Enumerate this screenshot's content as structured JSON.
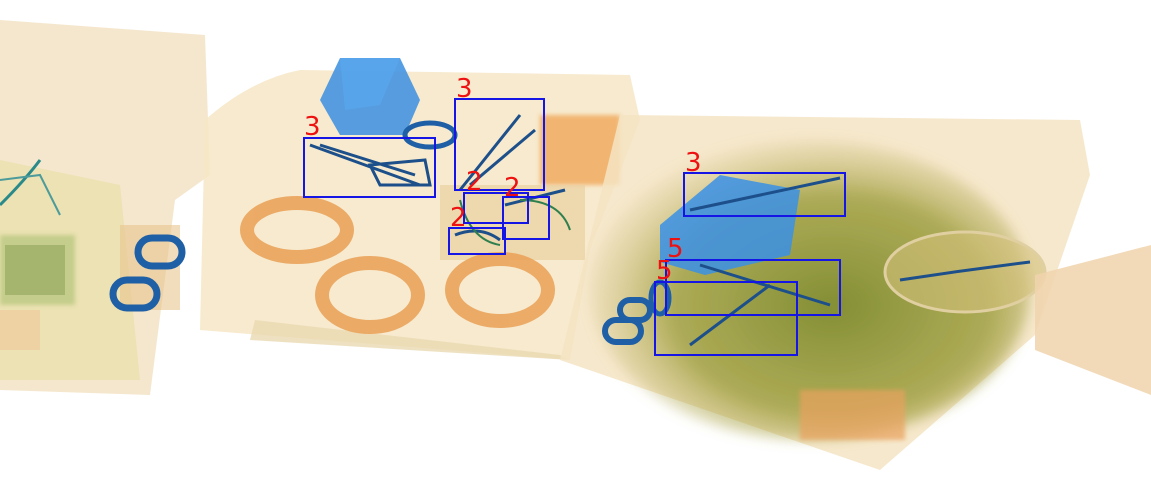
{
  "image": {
    "kind": "x-ray baggage scan",
    "background_color": "#ffffff",
    "box_color": "#1515e6",
    "label_color": "#ee1111"
  },
  "detections": [
    {
      "label": "3"
    },
    {
      "label": "3"
    },
    {
      "label": "2"
    },
    {
      "label": "2"
    },
    {
      "label": "2"
    },
    {
      "label": "3"
    },
    {
      "label": "5"
    },
    {
      "label": "5"
    }
  ]
}
